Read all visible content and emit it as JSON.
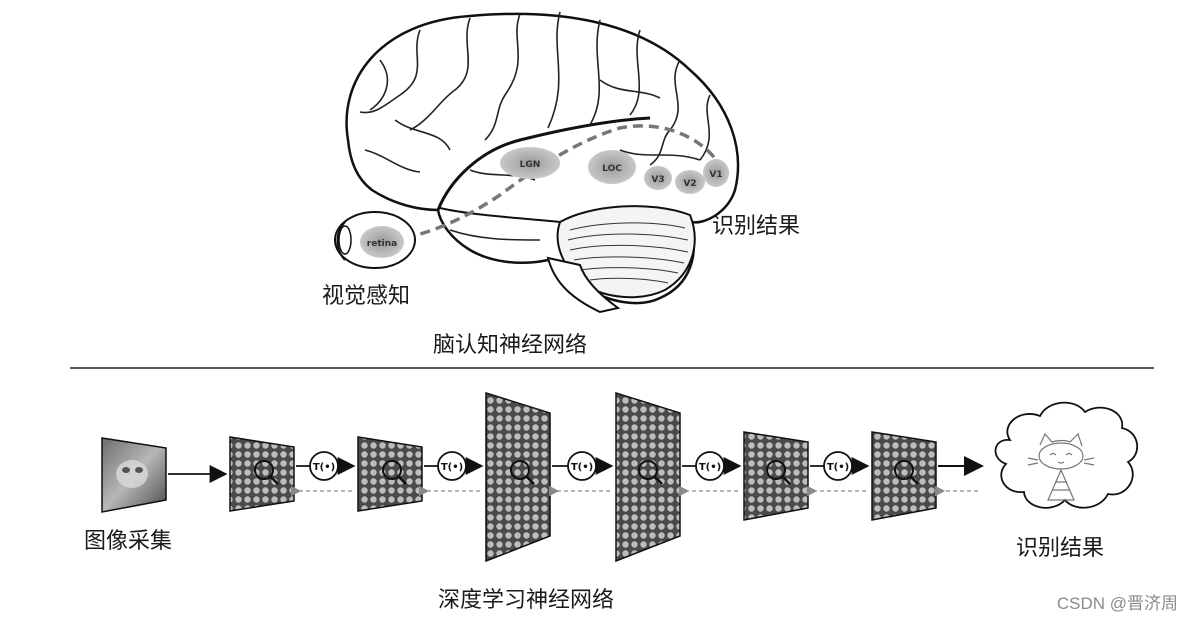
{
  "brain": {
    "title": "脑认知神经网络",
    "perception_label": "视觉感知",
    "result_label": "识别结果",
    "regions": [
      "LGN",
      "LOC",
      "V3",
      "V2",
      "V1"
    ],
    "eye_label": "retina"
  },
  "deep_learning": {
    "title": "深度学习神经网络",
    "input_label": "图像采集",
    "output_label": "识别结果",
    "transform_label": "T(•)",
    "layer_count": 6
  },
  "watermark": "CSDN @晋济周"
}
